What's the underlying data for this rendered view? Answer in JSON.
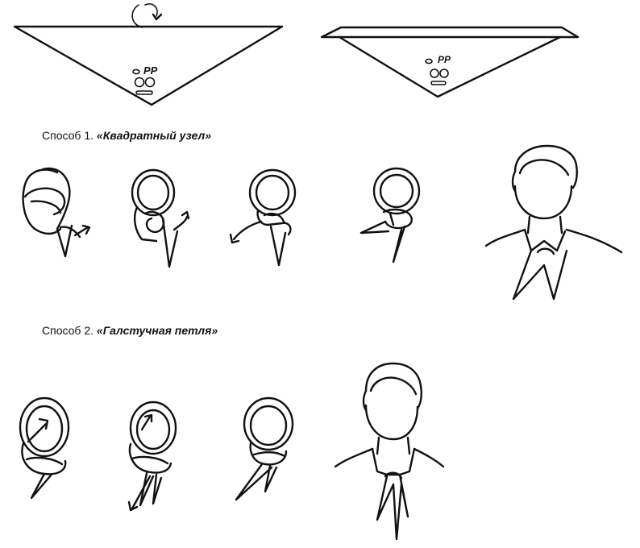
{
  "method1": {
    "prefix": "Способ 1. ",
    "name": "«Квадратный узел»"
  },
  "method2": {
    "prefix": "Способ 2. ",
    "name": "«Галстучная петля»"
  },
  "scarf_emblem_text": "РР",
  "colors": {
    "ink": "#111111",
    "paper": "#ffffff"
  }
}
